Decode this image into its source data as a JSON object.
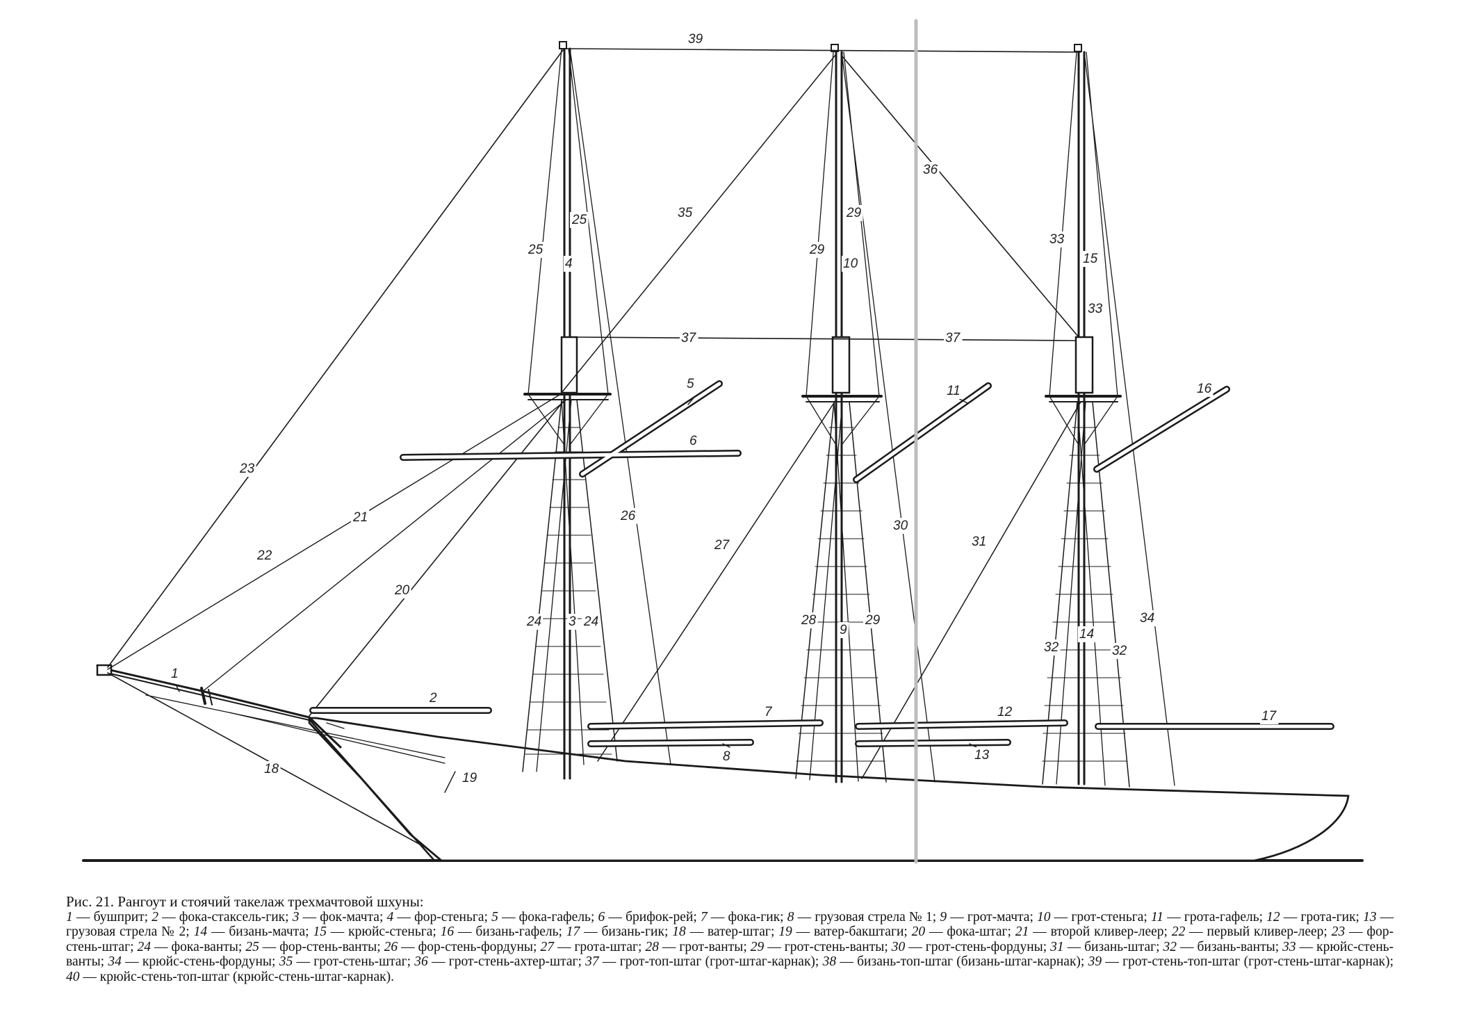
{
  "figure": {
    "title": "Рис. 21. Рангоут и стоячий такелаж трехмачтовой шхуны:",
    "entries": [
      {
        "num": "1",
        "text": "бушприт"
      },
      {
        "num": "2",
        "text": "фока-стаксель-гик"
      },
      {
        "num": "3",
        "text": "фок-мачта"
      },
      {
        "num": "4",
        "text": "фор-стеньга"
      },
      {
        "num": "5",
        "text": "фока-гафель"
      },
      {
        "num": "6",
        "text": "брифок-рей"
      },
      {
        "num": "7",
        "text": "фока-гик"
      },
      {
        "num": "8",
        "text": "грузовая стрела № 1"
      },
      {
        "num": "9",
        "text": "грот-мачта"
      },
      {
        "num": "10",
        "text": "грот-стеньга"
      },
      {
        "num": "11",
        "text": "грота-гафель"
      },
      {
        "num": "12",
        "text": "грота-гик"
      },
      {
        "num": "13",
        "text": "грузовая стрела № 2"
      },
      {
        "num": "14",
        "text": "бизань-мачта"
      },
      {
        "num": "15",
        "text": "крюйс-стеньга"
      },
      {
        "num": "16",
        "text": "бизань-гафель"
      },
      {
        "num": "17",
        "text": "бизань-гик"
      },
      {
        "num": "18",
        "text": "ватер-штаг"
      },
      {
        "num": "19",
        "text": "ватер-бакштаги"
      },
      {
        "num": "20",
        "text": "фока-штаг"
      },
      {
        "num": "21",
        "text": "второй кливер-леер"
      },
      {
        "num": "22",
        "text": "первый кливер-леер"
      },
      {
        "num": "23",
        "text": "фор-стень-штаг"
      },
      {
        "num": "24",
        "text": "фока-ванты"
      },
      {
        "num": "25",
        "text": "фор-стень-ванты"
      },
      {
        "num": "26",
        "text": "фор-стень-фордуны"
      },
      {
        "num": "27",
        "text": "грота-штаг"
      },
      {
        "num": "28",
        "text": "грот-ванты"
      },
      {
        "num": "29",
        "text": "грот-стень-ванты"
      },
      {
        "num": "30",
        "text": "грот-стень-фордуны"
      },
      {
        "num": "31",
        "text": "бизань-штаг"
      },
      {
        "num": "32",
        "text": "бизань-ванты"
      },
      {
        "num": "33",
        "text": "крюйс-стень-ванты"
      },
      {
        "num": "34",
        "text": "крюйс-стень-фордуны"
      },
      {
        "num": "35",
        "text": "грот-стень-штаг"
      },
      {
        "num": "36",
        "text": "грот-стень-ахтер-штаг"
      },
      {
        "num": "37",
        "text": "грот-топ-штаг (грот-штаг-карнак)"
      },
      {
        "num": "38",
        "text": "бизань-топ-штаг (бизань-штаг-карнак)"
      },
      {
        "num": "39",
        "text": "грот-стень-топ-штаг (грот-стень-штаг-карнак)"
      },
      {
        "num": "40",
        "text": "крюйс-стень-топ-штаг (крюйс-стень-штаг-карнак)."
      }
    ]
  },
  "labels": [
    "1",
    "2",
    "3",
    "4",
    "5",
    "6",
    "7",
    "8",
    "9",
    "10",
    "11",
    "12",
    "13",
    "14",
    "15",
    "16",
    "17",
    "18",
    "19",
    "20",
    "21",
    "22",
    "23",
    "24",
    "24",
    "25",
    "25",
    "26",
    "27",
    "28",
    "29",
    "29",
    "29",
    "30",
    "31",
    "32",
    "32",
    "33",
    "33",
    "34",
    "35",
    "36",
    "37",
    "37",
    "39"
  ],
  "colors": {
    "ink": "#1a1a1a",
    "paper": "#ffffff"
  }
}
